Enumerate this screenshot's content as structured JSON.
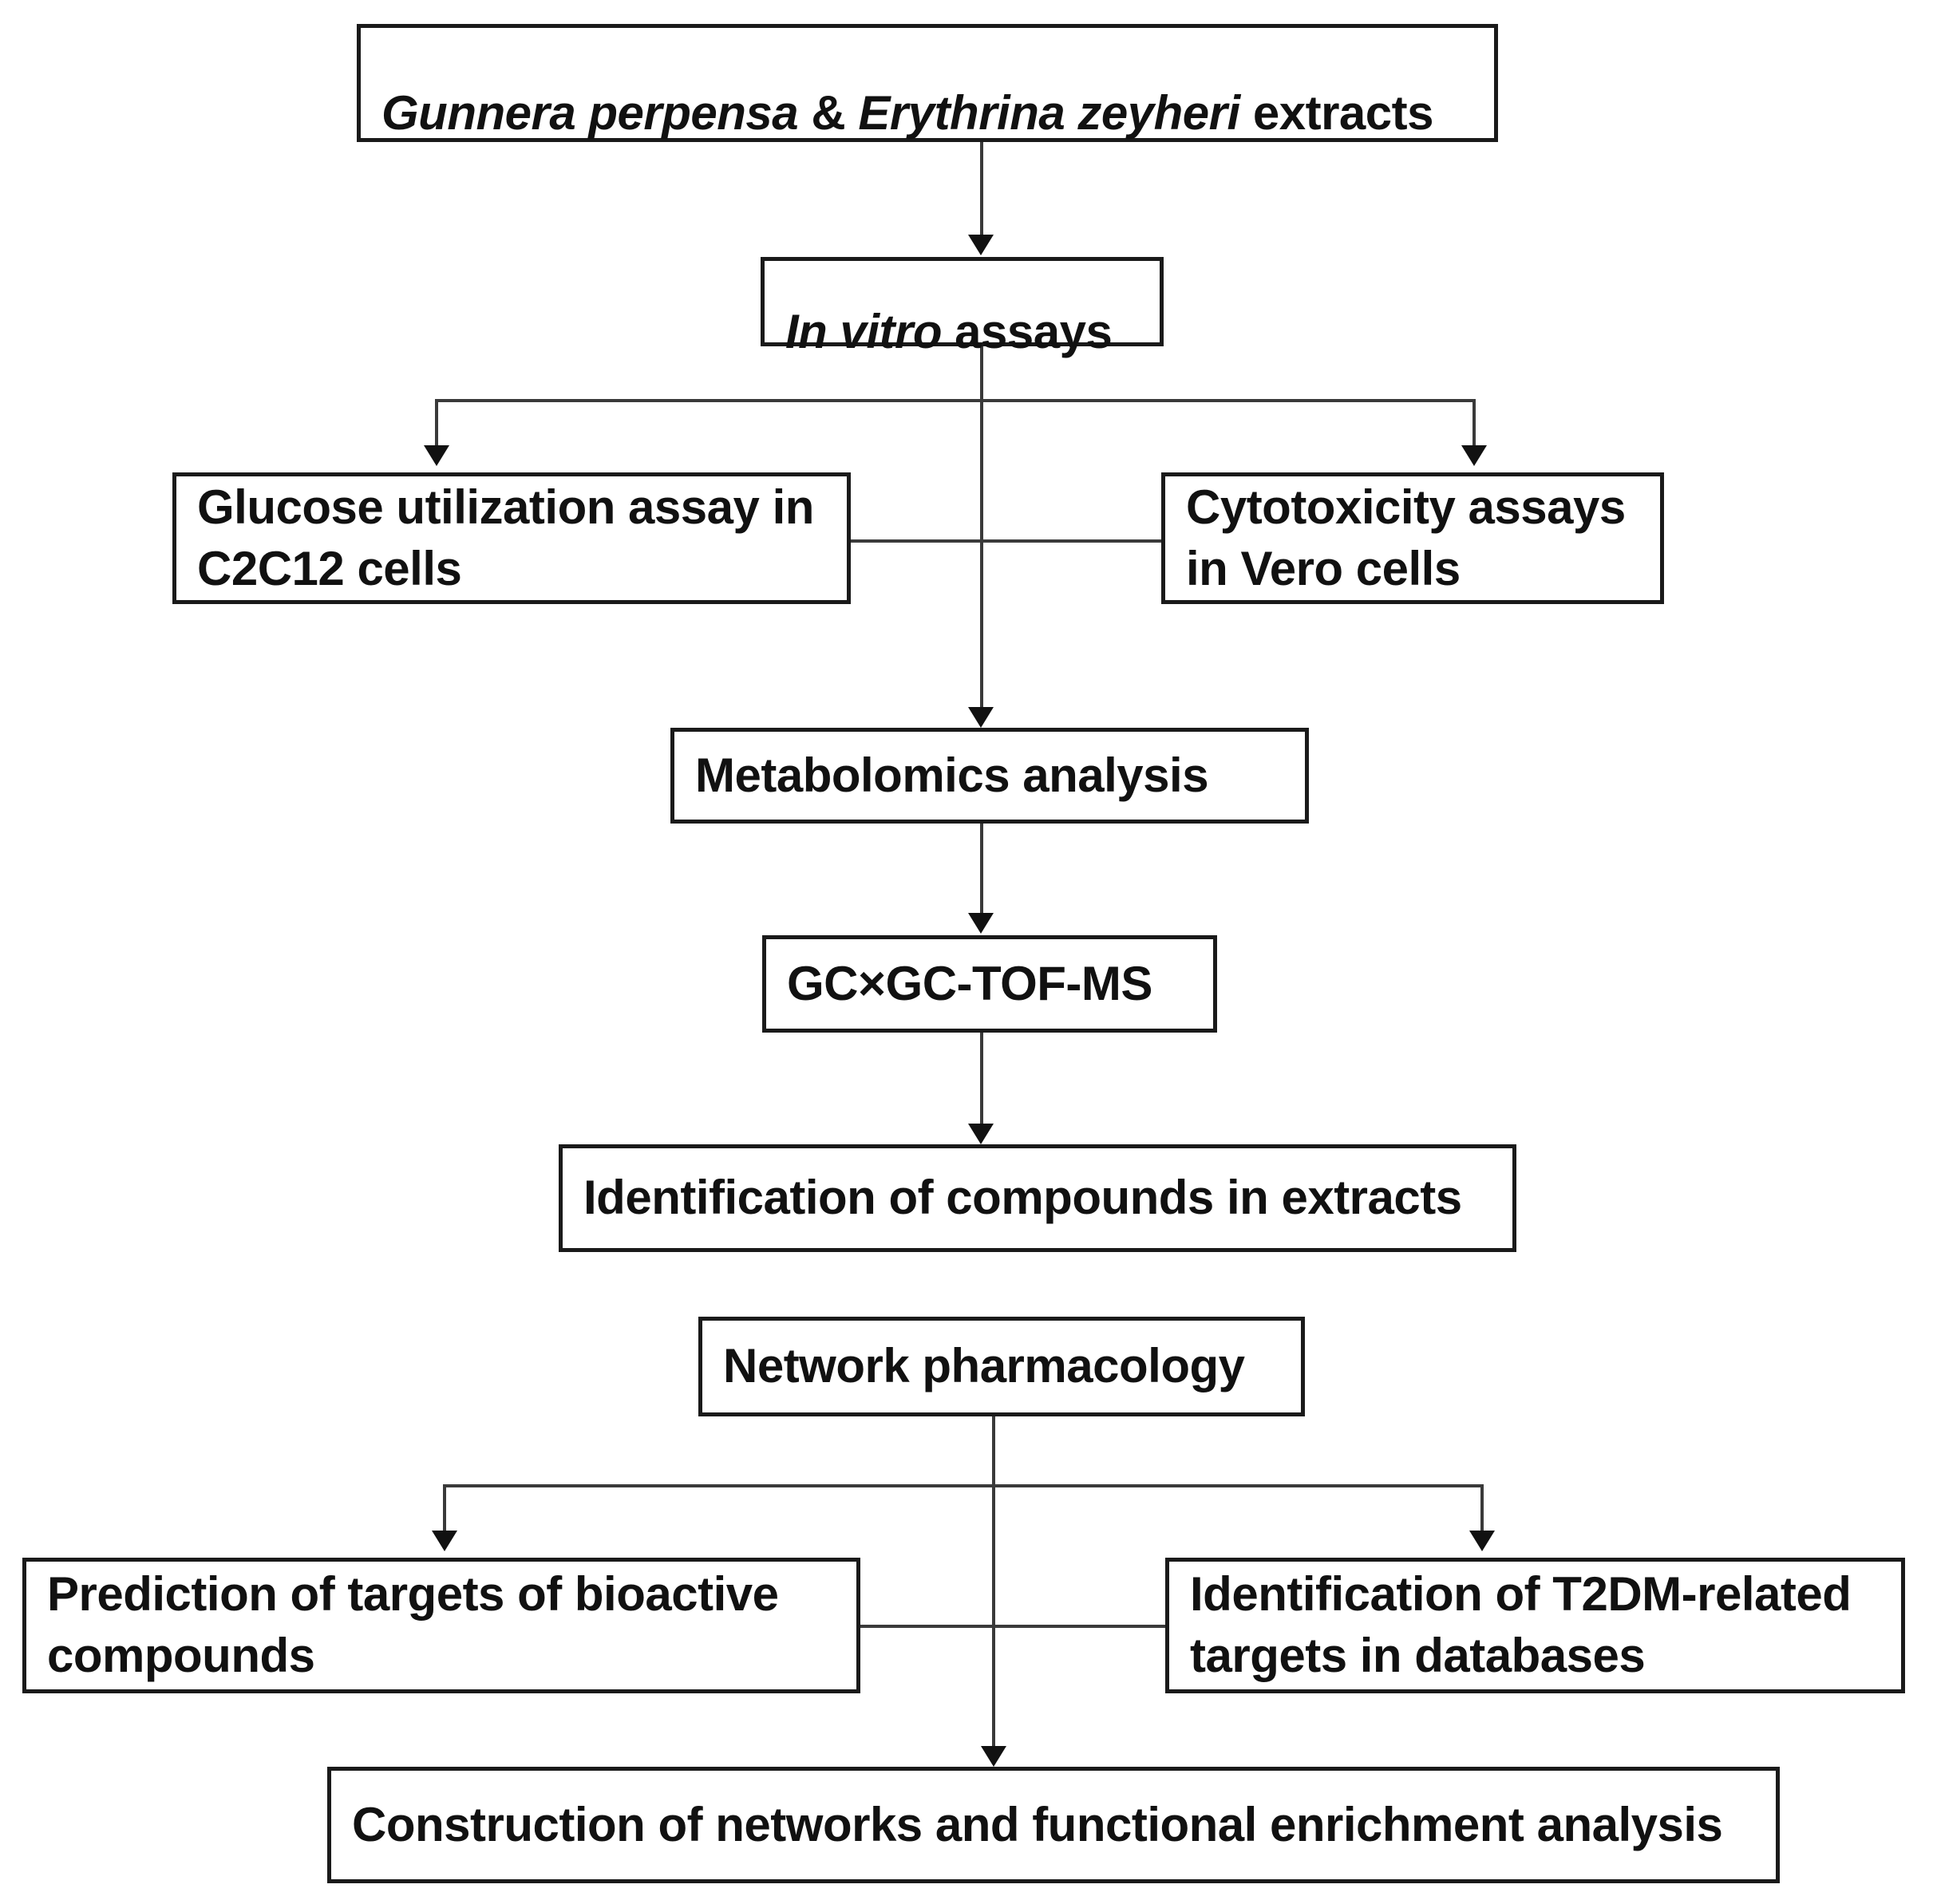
{
  "diagram": {
    "title": "Experimental workflow flowchart",
    "colors": {
      "box_border": "#1a1a1a",
      "connector": "#3a3a3a",
      "text": "#111111",
      "background": "#ffffff"
    },
    "nodes": {
      "extracts": {
        "text_plain": "Gunnera perpensa  & Erythrina zeyheri extracts",
        "part_italic_1": "Gunnera perpensa ",
        "part_plain_1": " & ",
        "part_italic_2": "Erythrina zeyheri",
        "part_plain_2": " extracts"
      },
      "in_vitro_assays": {
        "text_plain": "In vitro assays",
        "part_italic_1": "In vitro",
        "part_plain_1": " assays"
      },
      "glucose_assay": {
        "text": "Glucose utilization assay in\nC2C12 cells"
      },
      "cytotoxicity_assay": {
        "text": "Cytotoxicity assays\nin Vero cells"
      },
      "metabolomics": {
        "text": "Metabolomics analysis"
      },
      "gcxgc": {
        "text": "GC×GC-TOF-MS"
      },
      "identification_compounds": {
        "text": "Identification of compounds  in extracts"
      },
      "network_pharmacology": {
        "text": "Network pharmacology"
      },
      "prediction_targets": {
        "text": "Prediction of targets of bioactive\ncompounds"
      },
      "t2dm_targets": {
        "text": "Identification of T2DM-related\ntargets in databases"
      },
      "construction_networks": {
        "text": "Construction of networks and functional enrichment analysis"
      }
    },
    "edges": [
      {
        "from": "extracts",
        "to": "in_vitro_assays",
        "style": "straight-down-arrow"
      },
      {
        "from": "in_vitro_assays",
        "to": "glucose_assay",
        "style": "branch-left-arrow"
      },
      {
        "from": "in_vitro_assays",
        "to": "cytotoxicity_assay",
        "style": "branch-right-arrow"
      },
      {
        "from": "glucose_assay",
        "to": "cytotoxicity_assay",
        "style": "horizontal-link"
      },
      {
        "from": "in_vitro_assays",
        "to": "metabolomics",
        "style": "straight-down-arrow"
      },
      {
        "from": "metabolomics",
        "to": "gcxgc",
        "style": "straight-down-arrow"
      },
      {
        "from": "gcxgc",
        "to": "identification_compounds",
        "style": "straight-down-arrow"
      },
      {
        "from": "network_pharmacology",
        "to": "prediction_targets",
        "style": "branch-left-arrow"
      },
      {
        "from": "network_pharmacology",
        "to": "t2dm_targets",
        "style": "branch-right-arrow"
      },
      {
        "from": "prediction_targets",
        "to": "t2dm_targets",
        "style": "horizontal-link"
      },
      {
        "from": "network_pharmacology",
        "to": "construction_networks",
        "style": "straight-down-arrow"
      }
    ]
  }
}
